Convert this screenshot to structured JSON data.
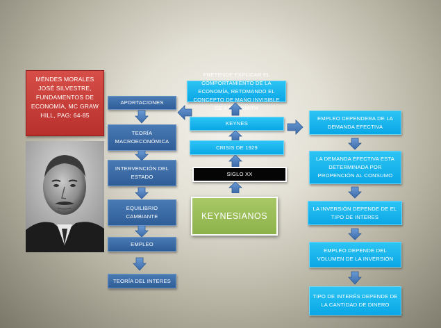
{
  "reference": "MÉNDES MORALES JOSÉ SILVESTRE, FUNDAMENTOS DE ECONOMÍA, MC GRAW HILL, PAG: 64-85",
  "left_column": [
    "APORTACIONES",
    "TEORÍA MACROECONÓMICA",
    "INTERVENCIÓN DEL ESTADO",
    "EQUILIBRIO CAMBIANTE",
    "EMPLEO",
    "TEORÍA DEL INTERES"
  ],
  "center_column": {
    "top": "PRETENDE EXPLICAR EL COMPORTAMIENTO DE LA ECONOMÍA, RETOMANDO EL CONCEPTO DE MANO INVISIBLE DE ADAM SMITH",
    "keynes": "KEYNES",
    "crisis": "CRISIS DE 1929",
    "siglo": "SIGLO XX",
    "title": "KEYNESIANOS"
  },
  "right_column": [
    "EMPLEO DEPENDERA DE LA DEMANDA EFECTIVA",
    "LA DEMANDA EFECTIVA ESTA DETERMINADA POR PROPENCIÓN AL CONSUMO",
    "LA INVERSIÓN DEPENDE DE EL TIPO DE INTERES",
    "EMPLEO DEPENDE DEL VOLUMEN DE LA INVERSIÓN",
    "TIPO DE INTERÉS DEPENDE DE LA CANTIDAD DE DINERO"
  ],
  "colors": {
    "blue_box": "#3a6aa5",
    "cyan_box": "#10aeeb",
    "red_box": "#c83c38",
    "green_box": "#9bbd57",
    "arrow": "#4d7ebd"
  }
}
